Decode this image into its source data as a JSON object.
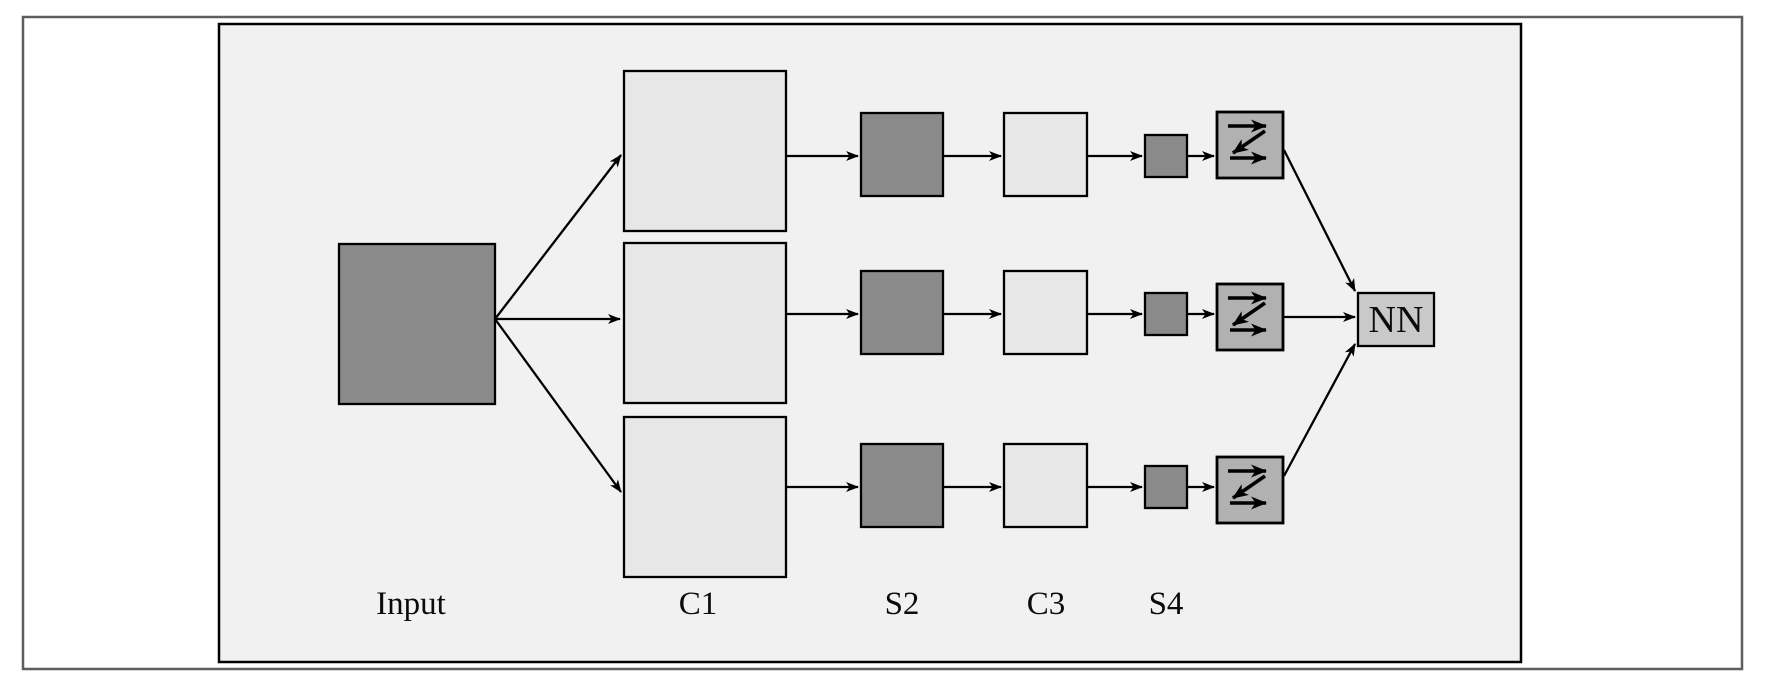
{
  "diagram": {
    "description": "Multi-scale convolutional network pipeline diagram",
    "labels": {
      "input": "Input",
      "c1": "C1",
      "s2": "S2",
      "c3": "C3",
      "s4": "S4",
      "nn": "NN"
    },
    "icons": {
      "zigzag_box": "zigzag-arrows-icon"
    },
    "colors": {
      "page_bg": "#ffffff",
      "frame_border": "#5e5e5e",
      "panel_bg": "#f1f1f1",
      "panel_border": "#000000",
      "dark_box": "#8a8a8a",
      "light_box": "#e7e7e7",
      "zigzag_box": "#b1b1b1",
      "nn_box": "#c9c9c9",
      "line": "#000000",
      "none": "none"
    }
  }
}
